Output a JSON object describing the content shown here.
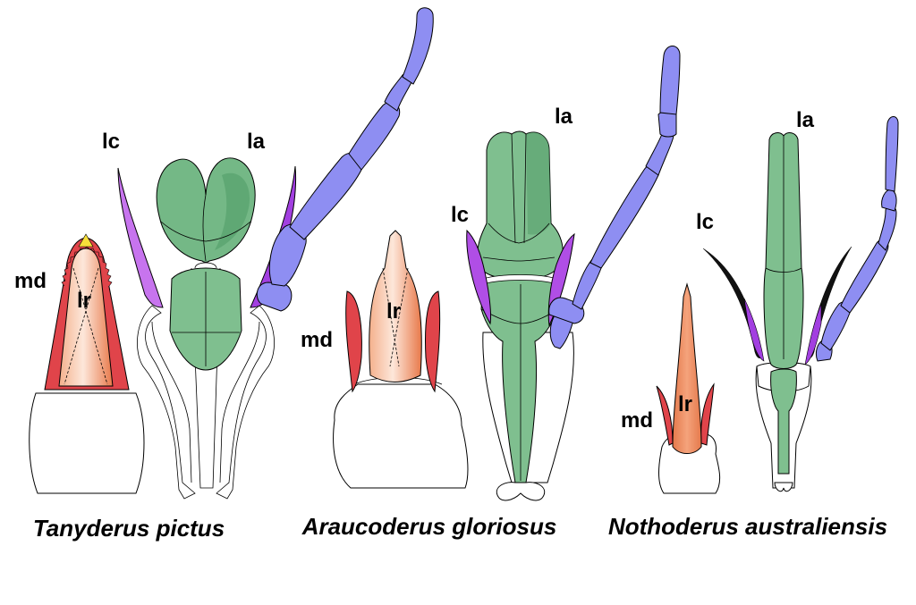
{
  "labels": {
    "md": "md",
    "lr": "lr",
    "lc": "lc",
    "la": "la"
  },
  "species": [
    {
      "name": "Tanyderus pictus"
    },
    {
      "name": "Araucoderus gloriosus"
    },
    {
      "name": "Nothoderus australiensis"
    }
  ],
  "colors": {
    "labium": "#7fbf8f",
    "labium_dark": "#4f9a66",
    "lacinia": "#b04ee6",
    "palp": "#8e8ef2",
    "labrum": "#f08a5d",
    "mandible": "#e0444a",
    "outline": "#000000"
  }
}
